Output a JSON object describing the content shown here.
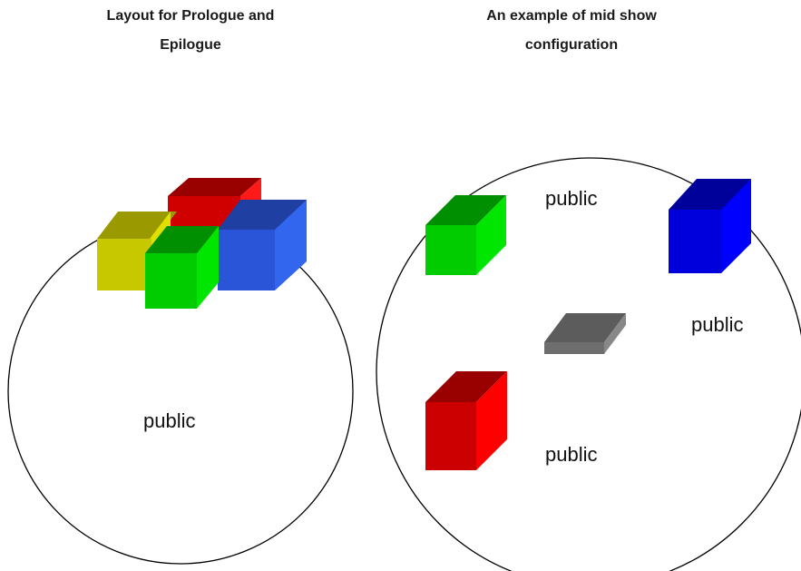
{
  "left_panel": {
    "title_line1": "Layout for Prologue and",
    "title_line2": "Epilogue",
    "area_label": "public"
  },
  "right_panel": {
    "title_line1": "An example of mid show",
    "title_line2": "configuration",
    "area_labels": [
      "public",
      "public",
      "public"
    ]
  },
  "colors": {
    "yellow": "#c8c800",
    "red": "#d00000",
    "green": "#00cc00",
    "blue": "#2a55d8",
    "dark_blue": "#0000dd",
    "gray": "#6e6e6e"
  }
}
